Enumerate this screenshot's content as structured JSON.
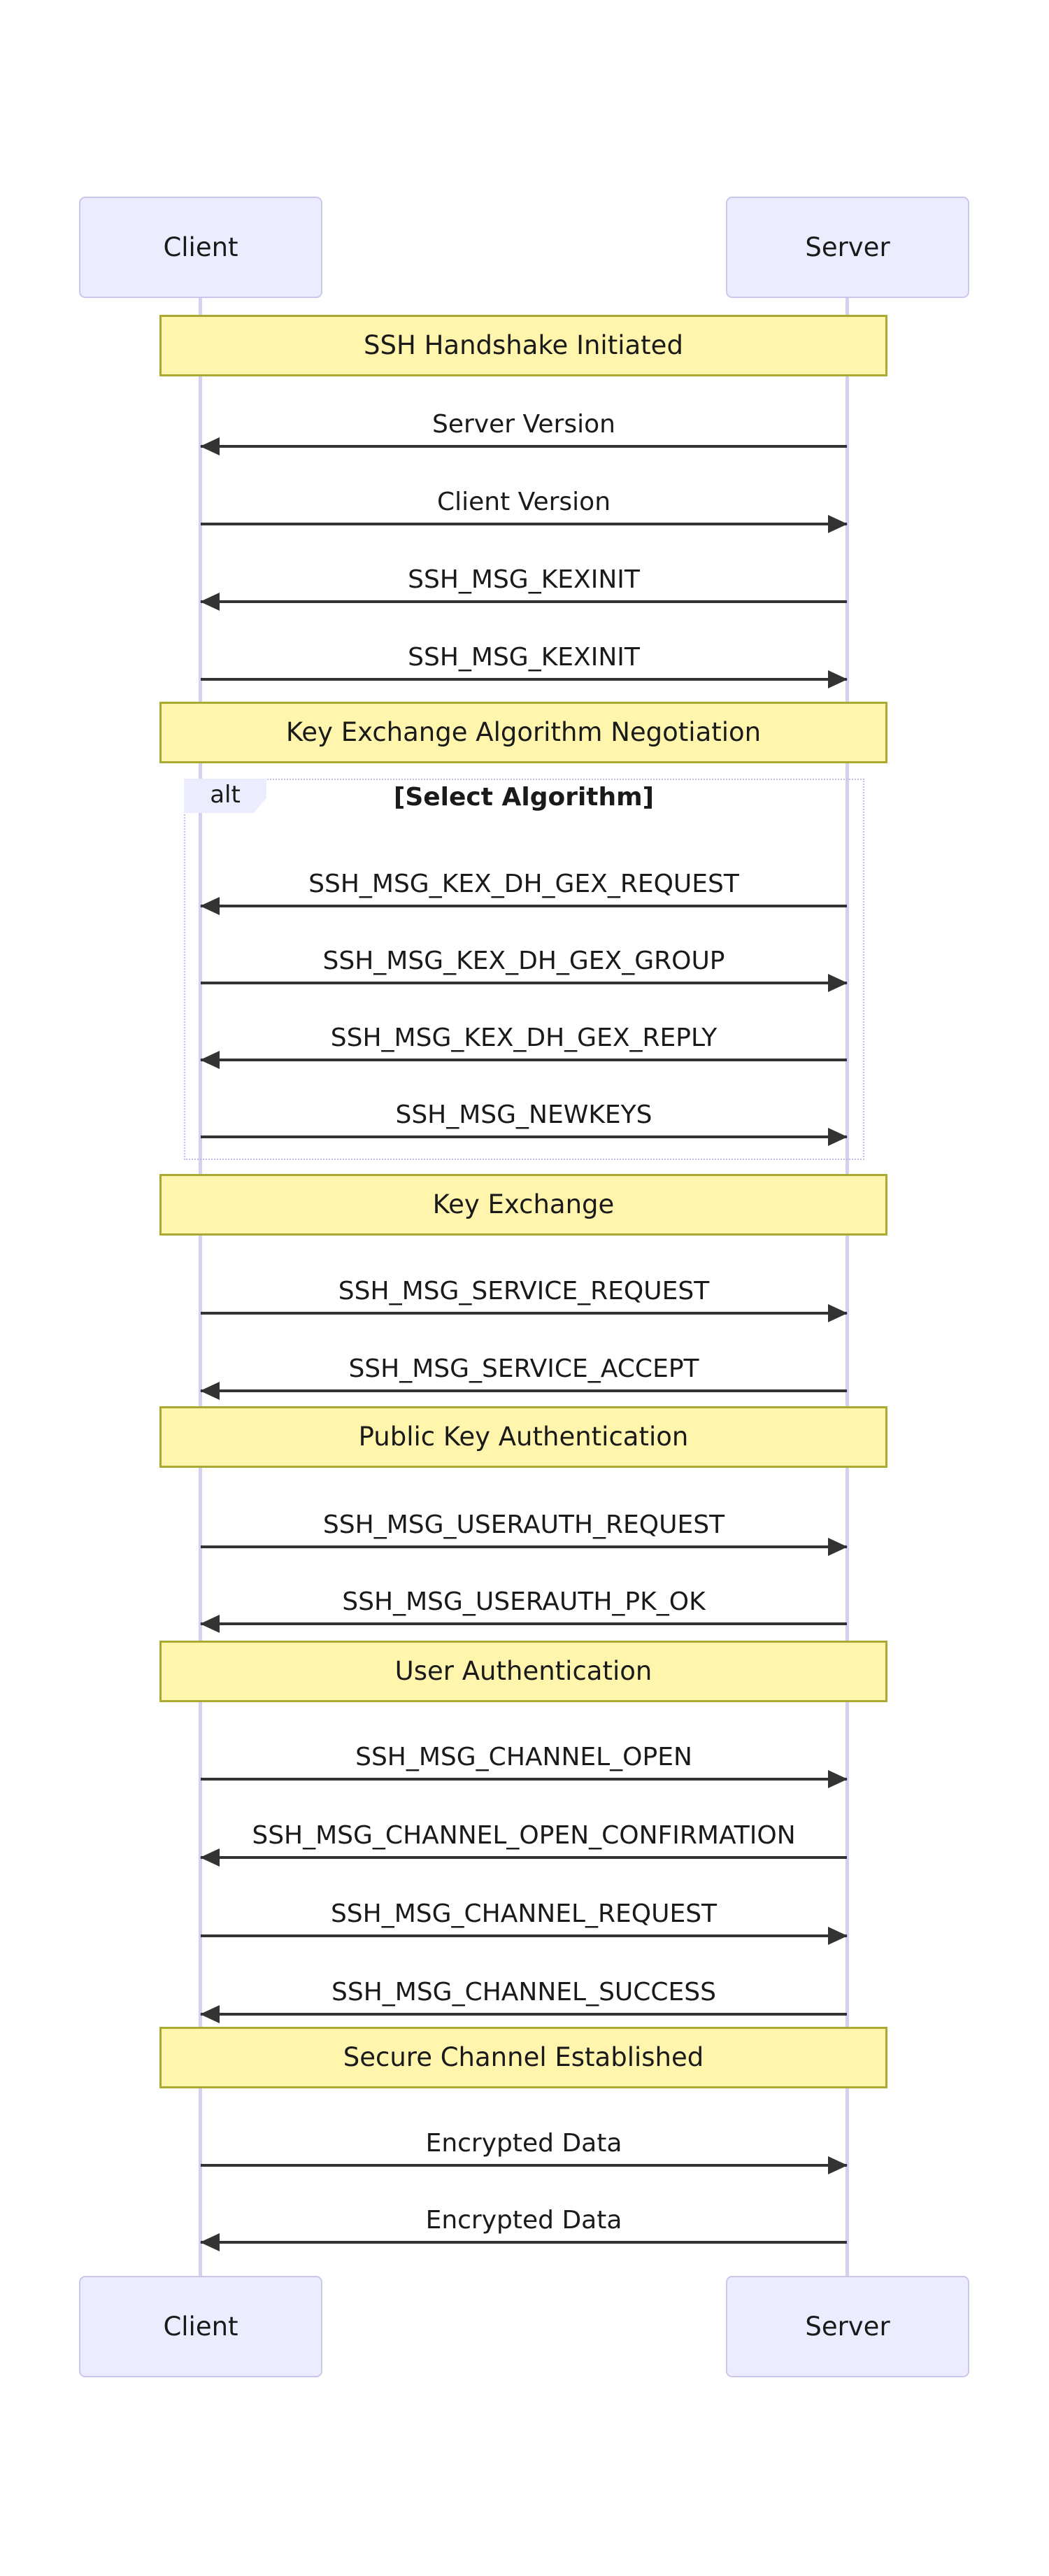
{
  "diagram_type": "sequence-diagram",
  "actors": {
    "top": {
      "client": "Client",
      "server": "Server"
    },
    "bottom": {
      "client": "Client",
      "server": "Server"
    }
  },
  "banners": [
    {
      "label": "SSH Handshake Initiated"
    },
    {
      "label": "Key Exchange Algorithm Negotiation"
    },
    {
      "label": "Key Exchange"
    },
    {
      "label": "Public Key Authentication"
    },
    {
      "label": "User Authentication"
    },
    {
      "label": "Secure Channel Established"
    }
  ],
  "alt_block": {
    "operator": "alt",
    "condition": "[Select Algorithm]"
  },
  "messages": [
    {
      "label": "Server Version",
      "from": "Server",
      "to": "Client"
    },
    {
      "label": "Client Version",
      "from": "Client",
      "to": "Server"
    },
    {
      "label": "SSH_MSG_KEXINIT",
      "from": "Server",
      "to": "Client"
    },
    {
      "label": "SSH_MSG_KEXINIT",
      "from": "Client",
      "to": "Server"
    },
    {
      "label": "SSH_MSG_KEX_DH_GEX_REQUEST",
      "from": "Server",
      "to": "Client"
    },
    {
      "label": "SSH_MSG_KEX_DH_GEX_GROUP",
      "from": "Client",
      "to": "Server"
    },
    {
      "label": "SSH_MSG_KEX_DH_GEX_REPLY",
      "from": "Server",
      "to": "Client"
    },
    {
      "label": "SSH_MSG_NEWKEYS",
      "from": "Client",
      "to": "Server"
    },
    {
      "label": "SSH_MSG_SERVICE_REQUEST",
      "from": "Client",
      "to": "Server"
    },
    {
      "label": "SSH_MSG_SERVICE_ACCEPT",
      "from": "Server",
      "to": "Client"
    },
    {
      "label": "SSH_MSG_USERAUTH_REQUEST",
      "from": "Client",
      "to": "Server"
    },
    {
      "label": "SSH_MSG_USERAUTH_PK_OK",
      "from": "Server",
      "to": "Client"
    },
    {
      "label": "SSH_MSG_CHANNEL_OPEN",
      "from": "Client",
      "to": "Server"
    },
    {
      "label": "SSH_MSG_CHANNEL_OPEN_CONFIRMATION",
      "from": "Server",
      "to": "Client"
    },
    {
      "label": "SSH_MSG_CHANNEL_REQUEST",
      "from": "Client",
      "to": "Server"
    },
    {
      "label": "SSH_MSG_CHANNEL_SUCCESS",
      "from": "Server",
      "to": "Client"
    },
    {
      "label": "Encrypted Data",
      "from": "Client",
      "to": "Server"
    },
    {
      "label": "Encrypted Data",
      "from": "Server",
      "to": "Client"
    }
  ],
  "colors": {
    "actor_fill": "#ECECFF",
    "actor_border": "#CCC6EC",
    "note_fill": "#FFF5AD",
    "note_border": "#AAAA33",
    "lifeline": "#D8CEF0",
    "arrow": "#333333",
    "frame_border": "#C5BBE8",
    "text": "#1A1A1A"
  }
}
